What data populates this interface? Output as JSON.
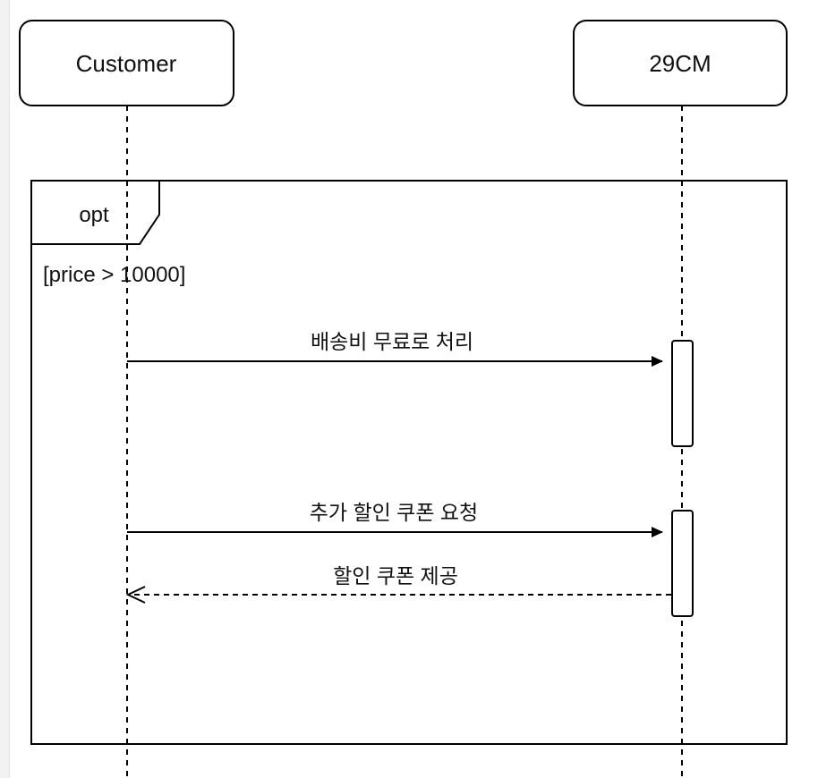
{
  "participants": [
    {
      "name": "Customer"
    },
    {
      "name": "29CM"
    }
  ],
  "fragment": {
    "operator": "opt",
    "guard": "[price > 10000]"
  },
  "messages": [
    {
      "label": "배송비 무료로 처리",
      "from": "Customer",
      "to": "29CM",
      "kind": "sync"
    },
    {
      "label": "추가 할인 쿠폰 요청",
      "from": "Customer",
      "to": "29CM",
      "kind": "sync"
    },
    {
      "label": "할인 쿠폰 제공",
      "from": "29CM",
      "to": "Customer",
      "kind": "return"
    }
  ]
}
